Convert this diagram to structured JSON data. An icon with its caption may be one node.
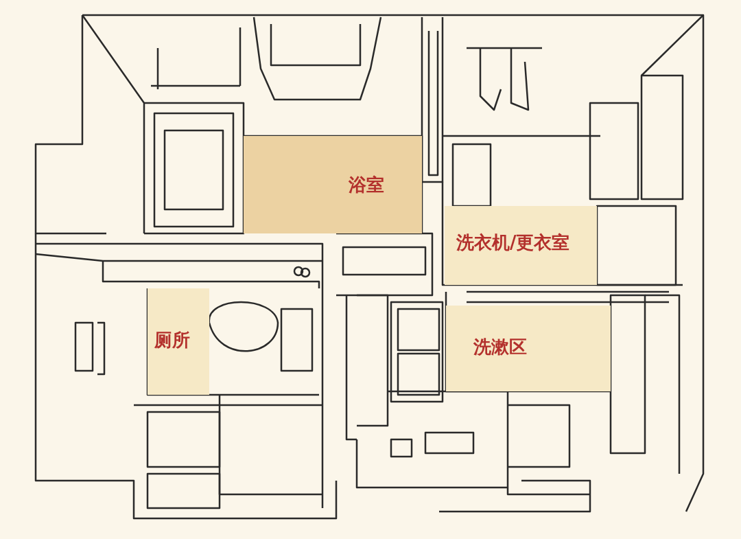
{
  "diagram": {
    "nodes": [
      {
        "text": [
          "浴室"
        ]
      },
      {
        "text": [
          "洗衣机/更衣室"
        ]
      },
      {
        "text": [
          "厕所"
        ]
      },
      {
        "text": [
          "洗漱区"
        ]
      }
    ]
  }
}
